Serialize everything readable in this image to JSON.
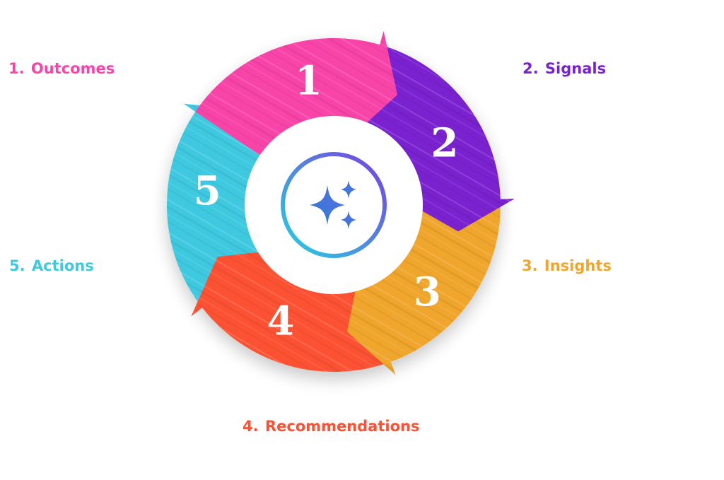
{
  "diagram": {
    "stages": [
      {
        "number": "1",
        "label": "1. Outcomes",
        "color": "#f844a8"
      },
      {
        "number": "2",
        "label": "2. Signals",
        "color": "#7a22cf"
      },
      {
        "number": "3",
        "label": "3. Insights",
        "color": "#f0a52c"
      },
      {
        "number": "4",
        "label": "4. Recommendations",
        "color": "#fc5233"
      },
      {
        "number": "5",
        "label": "5. Actions",
        "color": "#3fc9e0"
      }
    ],
    "center_icon": "sparkles-icon",
    "ring_gradient": [
      "#28d0e0",
      "#7a3fe0"
    ]
  }
}
